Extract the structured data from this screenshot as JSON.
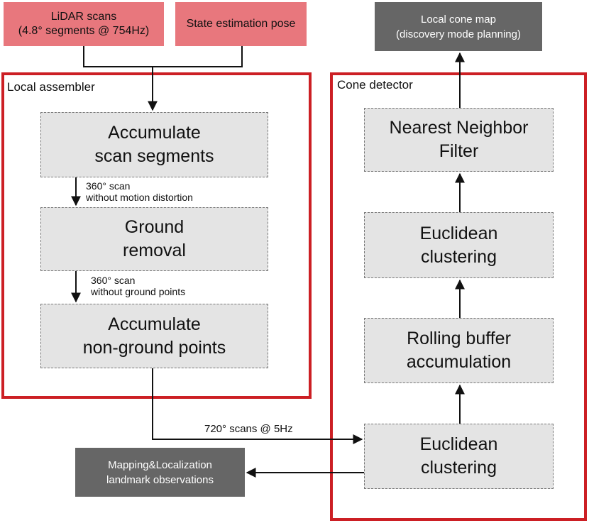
{
  "inputs": {
    "lidar": "LiDAR scans\n(4.8° segments @ 754Hz)",
    "pose": "State estimation pose"
  },
  "outputs": {
    "cone_map": "Local cone map\n(discovery mode planning)",
    "mapping": "Mapping&Localization\nlandmark observations"
  },
  "local_assembler": {
    "title": "Local assembler",
    "steps": [
      "Accumulate\nscan segments",
      "Ground\nremoval",
      "Accumulate\nnon-ground points"
    ],
    "edges": [
      "360° scan\nwithout motion distortion",
      "360° scan\nwithout ground points"
    ]
  },
  "cone_detector": {
    "title": "Cone detector",
    "steps": [
      "Nearest Neighbor\nFilter",
      "Euclidean\nclustering",
      "Rolling buffer\naccumulation",
      "Euclidean\nclustering"
    ]
  },
  "transfer_label": "720° scans @ 5Hz",
  "colors": {
    "input_fill": "#e8777d",
    "output_fill": "#666666",
    "group_border": "#cc1f24",
    "step_fill": "#e4e4e4"
  }
}
